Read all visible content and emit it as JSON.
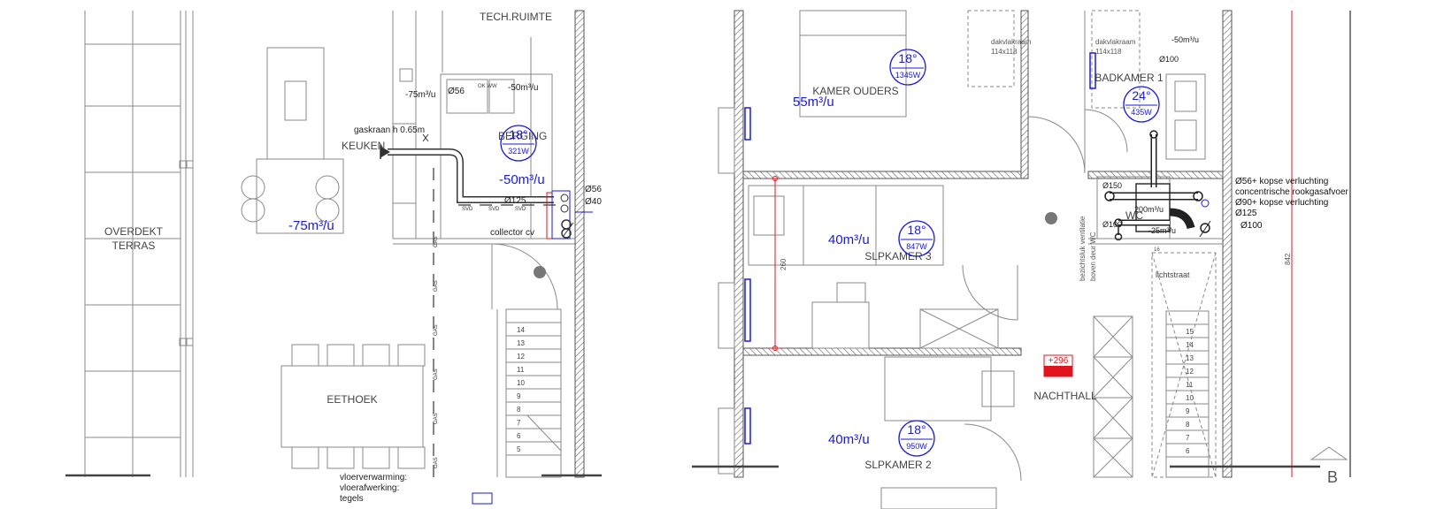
{
  "rooms": {
    "terrace": [
      "OVERDEKT",
      "TERRAS"
    ],
    "tech": "TECH.RUIMTE",
    "kitchen": "KEUKEN",
    "storage": "BERGING",
    "dining": "EETHOEK",
    "parents": "KAMER OUDERS",
    "bath1": "BADKAMER 1",
    "bed3": "SLPKAMER 3",
    "bed2": "SLPKAMER 2",
    "hall": "NACHTHALL",
    "wc": "WC",
    "skylight": "lichtstraat"
  },
  "flows": {
    "terrace": "-75m³/u",
    "kitchen_small": "-75m³/u",
    "storage_top": "-50m³/u",
    "storage_big": "-50m³/u",
    "parents": "55m³/u",
    "bed3": "40m³/u",
    "bed2": "40m³/u",
    "bath1": "-50m³/u",
    "wc_200": "200m³/u",
    "wc_25": "-25m³/u"
  },
  "temps": {
    "storage": {
      "t": "18°",
      "w": "321W"
    },
    "parents": {
      "t": "18°",
      "w": "1345W"
    },
    "bath1": {
      "t": "24°",
      "w": "435W"
    },
    "bed3": {
      "t": "18°",
      "w": "847W"
    },
    "bed2": {
      "t": "18°",
      "w": "950W"
    }
  },
  "annotations": {
    "gas_valve": "gaskraan h 0.65m",
    "collector": "collector cv",
    "d56_a": "Ø56",
    "d56_b": "Ø56",
    "d40": "Ø40",
    "d125": "Ø125",
    "d150": "Ø150",
    "d100_a": "Ø100",
    "d100_b": "Ø100",
    "dakvlak_a": "dakvlakraam",
    "dakvlak_a_size": "114x118",
    "dakvlak_b": "dakvlakraam",
    "dakvlak_b_size": "114x118",
    "ok_ww": "OK\nWW",
    "vent_note_1": "bezichtsluk ventilatie",
    "vent_note_2": "boven deur WC",
    "dim_260": "260",
    "dim_842": "842",
    "level": "+296",
    "small16": "16",
    "floor_heating": "vloerverwarming:",
    "floor_cooling": "vloerafwerking:",
    "tiles": "tegels",
    "section_mark": "B",
    "gas": "GAS",
    "svd": "SVD"
  },
  "legend": [
    "Ø56+ kopse verluchting",
    "concentrische rookgasafvoer",
    "Ø90+ kopse verluchting",
    "Ø125",
    "Ø100"
  ],
  "stair_left": [
    "14",
    "13",
    "12",
    "11",
    "10",
    "9",
    "8",
    "7",
    "6",
    "5"
  ],
  "stair_right": [
    "15",
    "14",
    "13",
    "12",
    "11",
    "10",
    "9",
    "8",
    "7",
    "6"
  ],
  "colors": {
    "line": "#555555",
    "blue": "#1a1adb",
    "red": "#e0141e",
    "hatch": "#666666"
  }
}
